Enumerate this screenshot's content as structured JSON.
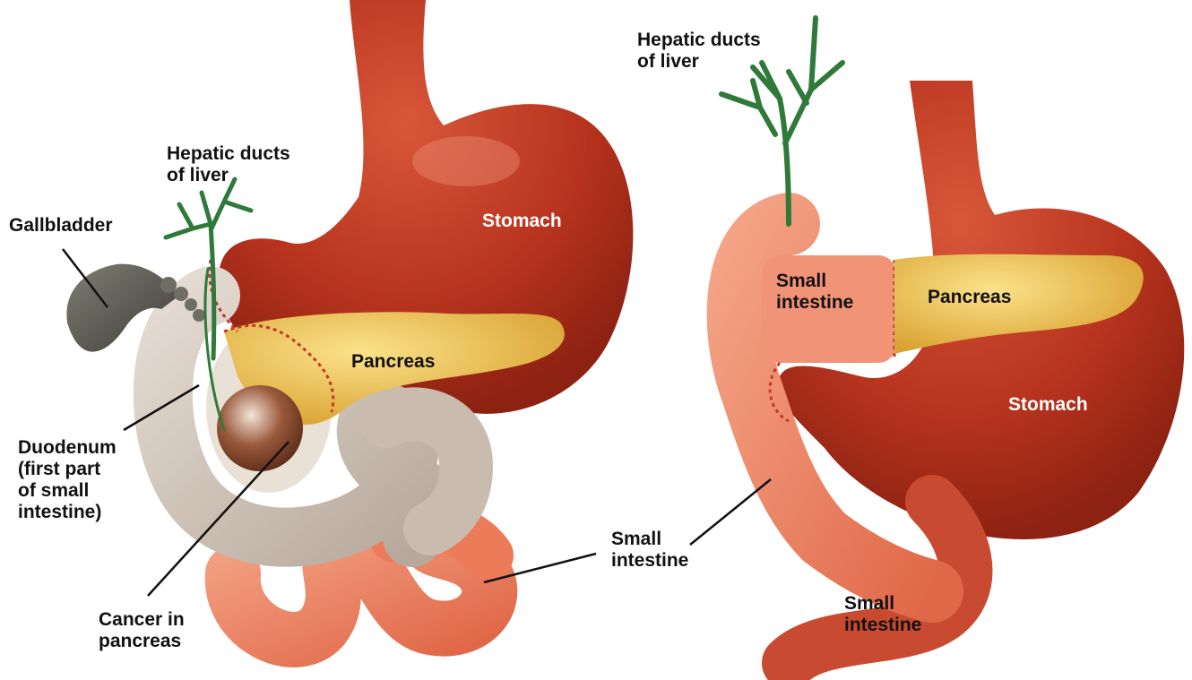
{
  "left_figure": {
    "labels": {
      "hepatic_ducts": "Hepatic ducts\nof liver",
      "gallbladder": "Gallbladder",
      "stomach": "Stomach",
      "pancreas": "Pancreas",
      "duodenum": "Duodenum\n(first part\nof small\nintestine)",
      "cancer": "Cancer in\npancreas",
      "small_intestine": "Small\nintestine"
    }
  },
  "right_figure": {
    "labels": {
      "hepatic_ducts": "Hepatic ducts\nof liver",
      "small_intestine_upper": "Small\nintestine",
      "pancreas": "Pancreas",
      "stomach": "Stomach",
      "small_intestine_lower": "Small\nintestine"
    }
  },
  "colors": {
    "stomach": "#b5341f",
    "pancreas": "#e8b840",
    "small_intestine": "#ec8060",
    "duodenum": "#cfc2b6",
    "gallbladder": "#5e5e55",
    "ducts": "#2f7a3a",
    "cut_line": "#c0392b"
  }
}
